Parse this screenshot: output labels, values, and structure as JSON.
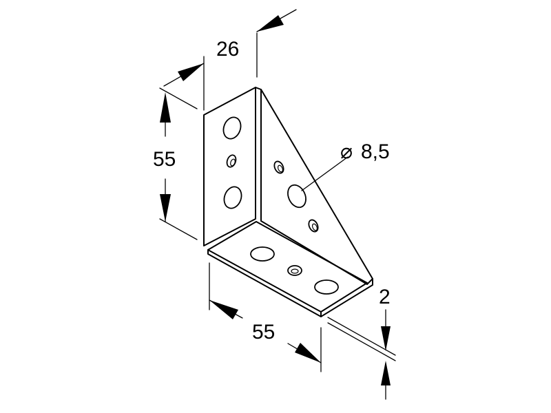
{
  "dimensions": {
    "top_width": "26",
    "height": "55",
    "hole_diameter_symbol": "⌀",
    "hole_diameter_value": "8,5",
    "base_length": "55",
    "thickness": "2"
  }
}
